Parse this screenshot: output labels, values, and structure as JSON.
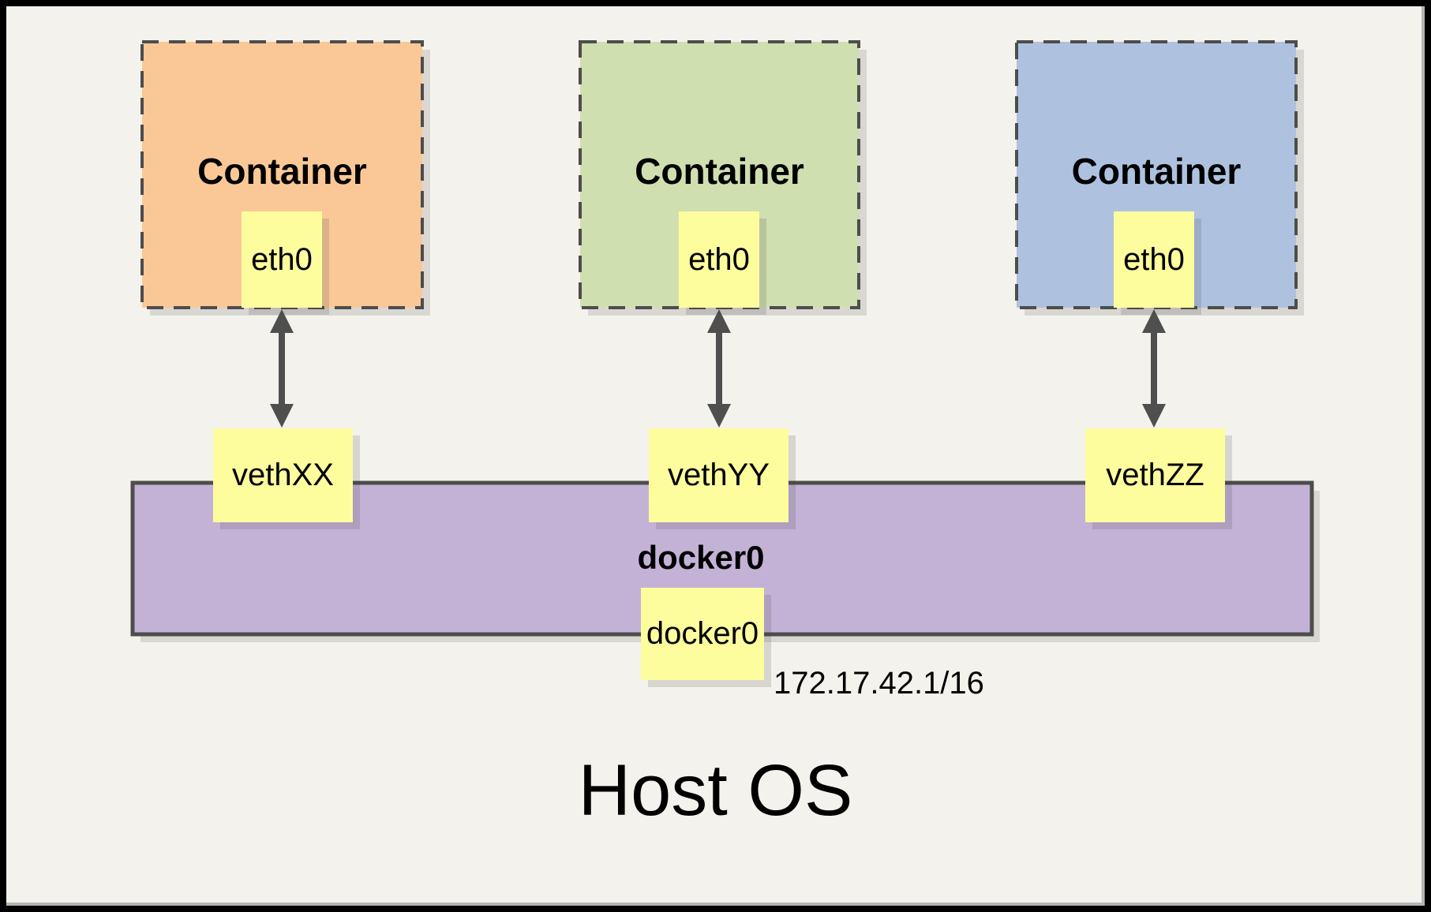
{
  "host": {
    "label": "Host OS"
  },
  "bridge": {
    "label": "docker0",
    "interface": "docker0",
    "ip": "172.17.42.1/16",
    "fill": "#C3B2D6"
  },
  "containers": [
    {
      "label": "Container",
      "interface": "eth0",
      "veth": "vethXX",
      "fill": "#FAC896"
    },
    {
      "label": "Container",
      "interface": "eth0",
      "veth": "vethYY",
      "fill": "#CFDFB0"
    },
    {
      "label": "Container",
      "interface": "eth0",
      "veth": "vethZZ",
      "fill": "#AEC2E0"
    }
  ],
  "colors": {
    "background": "#F4F2EC",
    "interface_box": "#FEFD9E",
    "outline": "#4D4D4D",
    "arrow": "#4F4F4F",
    "frame": "#000000"
  }
}
